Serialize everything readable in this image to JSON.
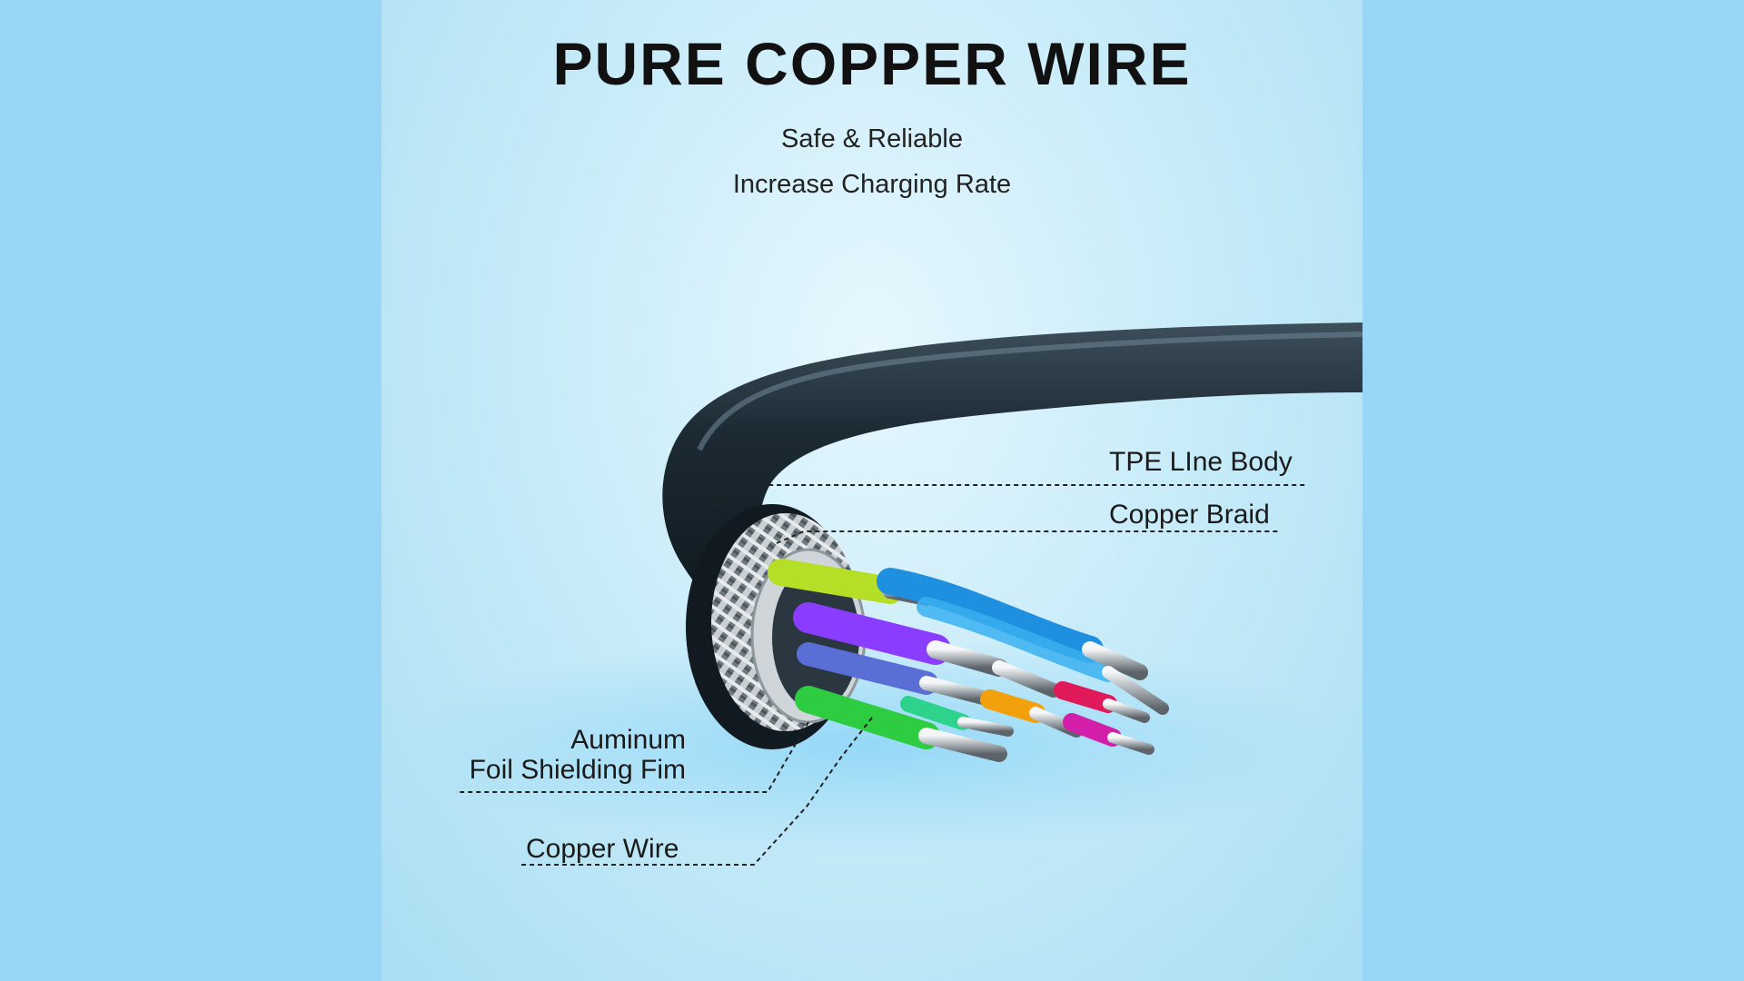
{
  "header": {
    "title": "PURE COPPER WIRE",
    "subtitle_line1": "Safe & Reliable",
    "subtitle_line2": "Increase Charging Rate"
  },
  "callouts": {
    "tpe_body": "TPE LIne Body",
    "copper_braid": "Copper Braid",
    "foil_line1": "Auminum",
    "foil_line2": "Foil Shielding Fim",
    "copper_wire": "Copper Wire"
  },
  "colors": {
    "side_background": "#99d5f4",
    "panel_background": "#d2f0fb",
    "cable_jacket": "#1f2f3a",
    "copper_braid": "#9aa3a8",
    "foil": "#c8cdd0"
  },
  "illustration": {
    "subject": "cable-cross-section",
    "inner_wire_colors": [
      "#b7e02a",
      "#1e88e5",
      "#8e44ff",
      "#4a6bd1",
      "#2ecc40",
      "#f2a10c",
      "#e0195a",
      "#d21ea8",
      "#3fa9f5"
    ]
  }
}
